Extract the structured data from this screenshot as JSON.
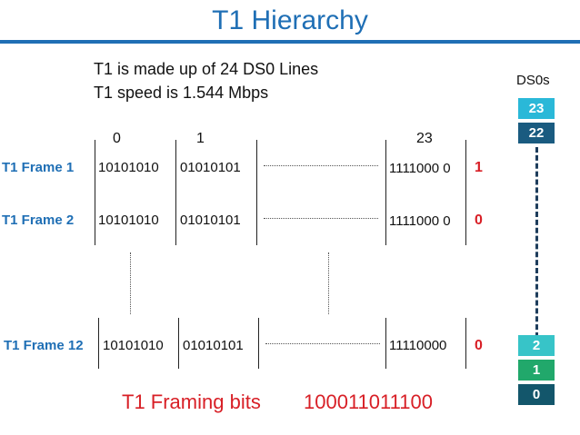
{
  "title": "T1 Hierarchy",
  "info": {
    "line1": "T1 is made up of 24 DS0 Lines",
    "line2": "T1 speed is 1.544 Mbps"
  },
  "columns": {
    "c0": "0",
    "c1": "1",
    "c23": "23"
  },
  "frames": [
    {
      "label": "T1 Frame 1",
      "ch0": "10101010",
      "ch1": "01010101",
      "ch23": "1111000 0",
      "framing_bit": "1"
    },
    {
      "label": "T1 Frame 2",
      "ch0": "10101010",
      "ch1": "01010101",
      "ch23": "1111000 0",
      "framing_bit": "0"
    },
    {
      "label": "T1 Frame 12",
      "ch0": "10101010",
      "ch1": "01010101",
      "ch23": "11110000",
      "framing_bit": "0"
    }
  ],
  "ds0": {
    "heading": "DS0s",
    "top": [
      "23",
      "22"
    ],
    "bottom": [
      "2",
      "1",
      "0"
    ],
    "colors": {
      "23": "#2ab8d8",
      "22": "#1a5b80",
      "2": "#37c4c8",
      "1": "#21a86b",
      "0": "#13566b"
    }
  },
  "framing": {
    "label": "T1 Framing bits",
    "value": "100011011100"
  }
}
